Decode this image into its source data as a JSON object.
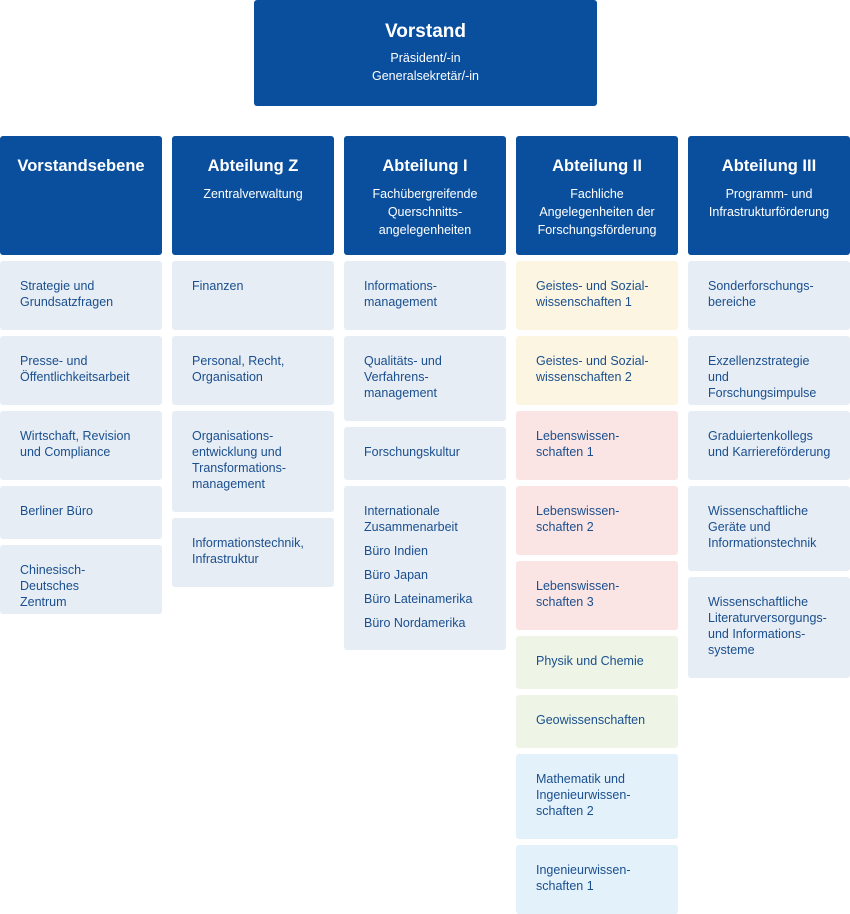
{
  "board": {
    "title": "Vorstand",
    "subtitle_1": "Präsident/-in",
    "subtitle_2": "Generalsekretär/-in"
  },
  "columns": [
    {
      "title": "Vorstandsebene",
      "subtitle_lines": [],
      "items": [
        {
          "lines": [
            "Strategie und",
            "Grundsatzfragen"
          ],
          "color": "gray"
        },
        {
          "lines": [
            "Presse- und",
            "Öffentlichkeitsarbeit"
          ],
          "color": "gray"
        },
        {
          "lines": [
            "Wirtschaft, Revision",
            "und Compliance"
          ],
          "color": "gray"
        },
        {
          "lines": [
            "Berliner Büro"
          ],
          "color": "gray"
        },
        {
          "lines": [
            "Chinesisch-Deutsches",
            "Zentrum"
          ],
          "color": "gray"
        }
      ]
    },
    {
      "title": "Abteilung Z",
      "subtitle_lines": [
        "Zentralverwaltung"
      ],
      "items": [
        {
          "lines": [
            "Finanzen"
          ],
          "color": "gray"
        },
        {
          "lines": [
            "Personal, Recht,",
            "Organisation"
          ],
          "color": "gray"
        },
        {
          "lines": [
            "Organisations-",
            "entwicklung und",
            "Transformations-",
            "management"
          ],
          "color": "gray"
        },
        {
          "lines": [
            "Informationstechnik,",
            "Infrastruktur"
          ],
          "color": "gray"
        }
      ]
    },
    {
      "title": "Abteilung I",
      "subtitle_lines": [
        "Fachübergreifende",
        "Querschnitts-",
        "angelegenheiten"
      ],
      "items": [
        {
          "lines": [
            "Informations-",
            "management"
          ],
          "color": "gray"
        },
        {
          "lines": [
            "Qualitäts- und",
            "Verfahrens-",
            "management"
          ],
          "color": "gray"
        },
        {
          "lines": [
            "Forschungskultur"
          ],
          "color": "gray"
        },
        {
          "lines": [
            "Internationale",
            "Zusammenarbeit"
          ],
          "sublines": [
            "Büro Indien",
            "Büro Japan",
            "Büro Lateinamerika",
            "Büro Nordamerika"
          ],
          "color": "gray"
        }
      ]
    },
    {
      "title": "Abteilung II",
      "subtitle_lines": [
        "Fachliche",
        "Angelegenheiten der",
        "Forschungsförderung"
      ],
      "items": [
        {
          "lines": [
            "Geistes- und Sozial-",
            "wissenschaften 1"
          ],
          "color": "yellow"
        },
        {
          "lines": [
            "Geistes- und Sozial-",
            "wissenschaften 2"
          ],
          "color": "yellow"
        },
        {
          "lines": [
            "Lebenswissen-",
            "schaften 1"
          ],
          "color": "pink"
        },
        {
          "lines": [
            "Lebenswissen-",
            "schaften 2"
          ],
          "color": "pink"
        },
        {
          "lines": [
            "Lebenswissen-",
            "schaften 3"
          ],
          "color": "pink"
        },
        {
          "lines": [
            "Physik und Chemie"
          ],
          "color": "green"
        },
        {
          "lines": [
            "Geowissenschaften"
          ],
          "color": "green"
        },
        {
          "lines": [
            "Mathematik und",
            "Ingenieurwissen-",
            "schaften 2"
          ],
          "color": "blue"
        },
        {
          "lines": [
            "Ingenieurwissen-",
            "schaften 1"
          ],
          "color": "blue"
        }
      ]
    },
    {
      "title": "Abteilung III",
      "subtitle_lines": [
        "Programm- und",
        "Infrastrukturförderung"
      ],
      "items": [
        {
          "lines": [
            "Sonderforschungs-",
            "bereiche"
          ],
          "color": "gray"
        },
        {
          "lines": [
            "Exzellenzstrategie und",
            "Forschungsimpulse"
          ],
          "color": "gray"
        },
        {
          "lines": [
            "Graduiertenkollegs",
            "und Karriereförderung"
          ],
          "color": "gray"
        },
        {
          "lines": [
            "Wissenschaftliche",
            "Geräte und",
            "Informationstechnik"
          ],
          "color": "gray"
        },
        {
          "lines": [
            "Wissenschaftliche",
            "Literaturversorgungs-",
            "und Informations-",
            "systeme"
          ],
          "color": "gray"
        }
      ]
    }
  ],
  "colors": {
    "header": "#0a4f9e",
    "text": "#1a4f8f",
    "gray": "#e7edf4",
    "yellow": "#fcf5e1",
    "pink": "#fbe5e4",
    "green": "#eef5e6",
    "blue": "#e3f1fb"
  }
}
